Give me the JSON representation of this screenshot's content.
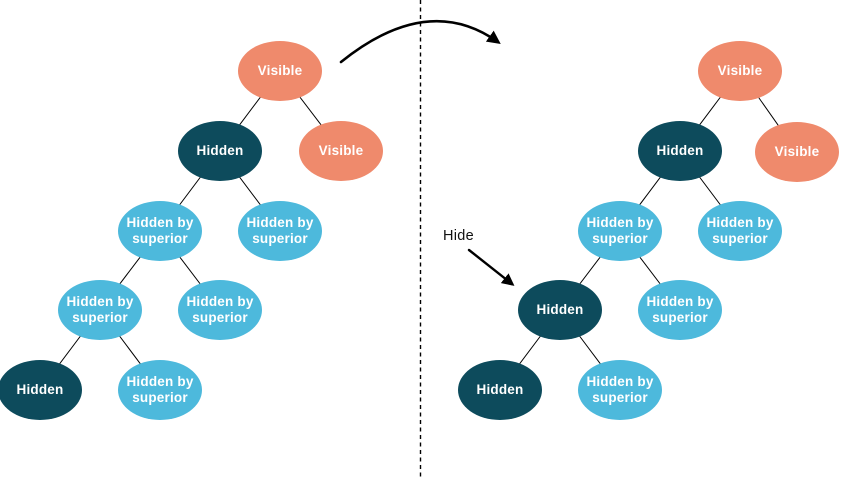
{
  "diagram": {
    "type": "tree-transformation",
    "annotations": {
      "hide_label": "Hide",
      "transform_arrow": "curved-arrow-left-tree-to-right-tree"
    },
    "colors": {
      "visible_fill": "#EF8A6C",
      "hidden_fill": "#0D4B5C",
      "hidden_by_superior_fill": "#4DB9DC",
      "node_text": "#FFFFFF",
      "line": "#000000"
    },
    "before_tree": {
      "nodes": [
        {
          "label": "Visible",
          "state": "visible"
        },
        {
          "label": "Hidden",
          "state": "hidden"
        },
        {
          "label": "Visible",
          "state": "visible"
        },
        {
          "label": "Hidden by superior",
          "state": "hidden-by-superior"
        },
        {
          "label": "Hidden by superior",
          "state": "hidden-by-superior"
        },
        {
          "label": "Hidden by superior",
          "state": "hidden-by-superior"
        },
        {
          "label": "Hidden by superior",
          "state": "hidden-by-superior"
        },
        {
          "label": "Hidden",
          "state": "hidden"
        },
        {
          "label": "Hidden by superior",
          "state": "hidden-by-superior"
        }
      ]
    },
    "after_tree": {
      "nodes": [
        {
          "label": "Visible",
          "state": "visible"
        },
        {
          "label": "Hidden",
          "state": "hidden"
        },
        {
          "label": "Visible",
          "state": "visible"
        },
        {
          "label": "Hidden by superior",
          "state": "hidden-by-superior"
        },
        {
          "label": "Hidden by superior",
          "state": "hidden-by-superior"
        },
        {
          "label": "Hidden",
          "state": "hidden"
        },
        {
          "label": "Hidden by superior",
          "state": "hidden-by-superior"
        },
        {
          "label": "Hidden",
          "state": "hidden"
        },
        {
          "label": "Hidden by superior",
          "state": "hidden-by-superior"
        }
      ]
    }
  }
}
